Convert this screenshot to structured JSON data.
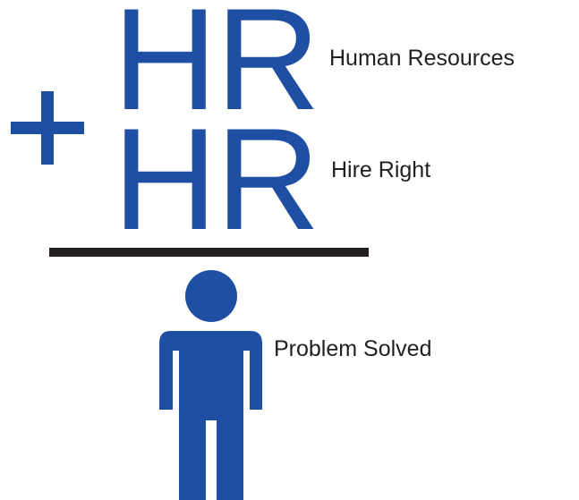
{
  "equation": {
    "term_top": "HR",
    "term_bottom": "HR",
    "operator": "+",
    "caption_top": "Human Resources",
    "caption_bottom": "Hire Right",
    "result_caption": "Problem Solved",
    "result_icon": "person-icon"
  },
  "colors": {
    "primary_blue": "#1e4fa3",
    "text_dark": "#231f20",
    "line": "#231f20"
  }
}
